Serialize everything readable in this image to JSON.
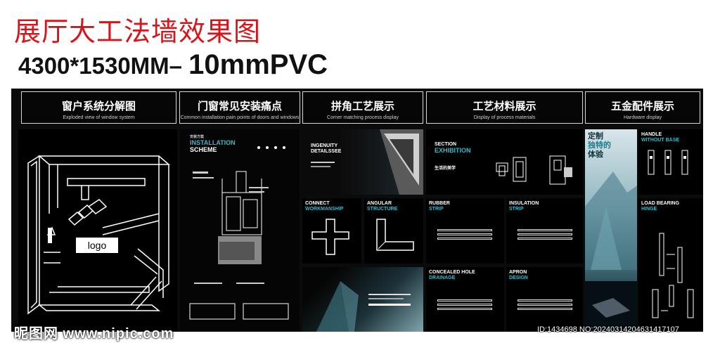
{
  "title": "展厅大工法墙效果图",
  "size_prefix": "4300*1530MM– ",
  "size_material": "10mmPVC",
  "headers": [
    {
      "cn": "窗户系统分解图",
      "en": "Exploded view of window system"
    },
    {
      "cn": "门窗常见安装痛点",
      "en": "Common installation pain points of doors and windows"
    },
    {
      "cn": "拼角工艺展示",
      "en": "Corner matching process display"
    },
    {
      "cn": "工艺材料展示",
      "en": "Display of process materials"
    },
    {
      "cn": "五金配件展示",
      "en": "Hardware display"
    }
  ],
  "logo": "logo",
  "installation": {
    "cn": "安装方案",
    "en1": "INSTALLATION",
    "en2": "SCHEME"
  },
  "ingenuity": {
    "en1": "INGENUITY",
    "en2": "DETAILSSEE"
  },
  "section": {
    "en1": "SECTION",
    "en2": "EXHIBITION",
    "cn": "生活的美学"
  },
  "custom": {
    "t1": "定制",
    "t2": "独特的",
    "t3": "体验"
  },
  "handle": {
    "en1": "HANDLE",
    "en2": "WITHOUT BASE"
  },
  "load": {
    "en1": "LOAD BEARING",
    "en2": "HINGE"
  },
  "connect": {
    "en1": "CONNECT",
    "en2": "WORKMANSHIP"
  },
  "angular": {
    "en1": "ANGULAR",
    "en2": "STRUCTURE"
  },
  "rubber": {
    "en1": "RUBBER",
    "en2": "STRIP"
  },
  "insulation": {
    "en1": "INSULATION",
    "en2": "STRIP"
  },
  "concealed": {
    "en1": "CONCEALED HOLE",
    "en2": "DRAINAGE"
  },
  "apron": {
    "en1": "APRON",
    "en2": "DESIGN"
  },
  "watermark_left": "昵图网 www.nipic.com",
  "watermark_right": "ID:1434698 NO:20240314204631417107",
  "colors": {
    "title_red": "#d8141b",
    "accent_teal": "#3fb7c9",
    "wall": "#0b0b0b"
  }
}
